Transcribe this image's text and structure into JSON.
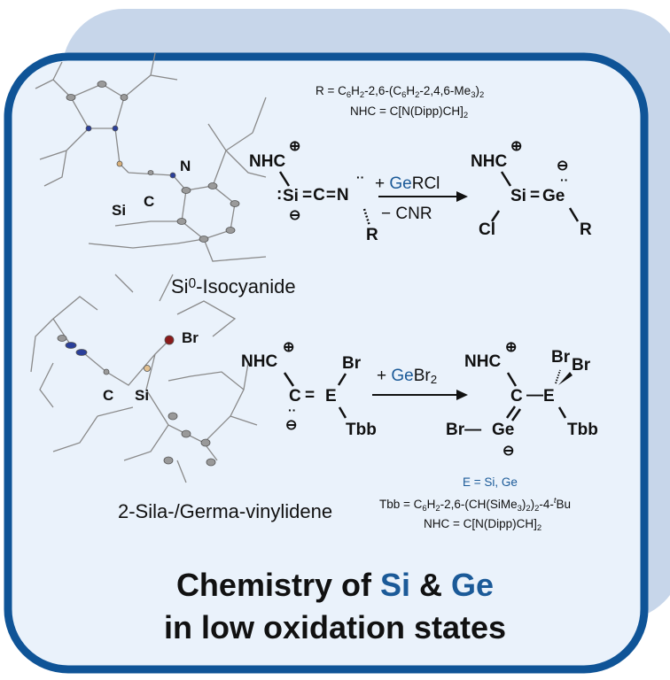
{
  "colors": {
    "frame": "#0f5497",
    "panel": "#eaf2fb",
    "back_card": "#c7d6ea",
    "si_ge": "#1b5a98",
    "carbon_red": "#b0142a"
  },
  "legend_top": {
    "r_def_a": "R = C",
    "r_def_b": "6",
    "r_def_c": "H",
    "r_def_d": "2",
    "r_def_e": "-2,6-(C",
    "r_def_f": "6",
    "r_def_g": "H",
    "r_def_h": "2",
    "r_def_i": "-2,4,6-Me",
    "r_def_j": "3",
    "r_def_k": ")",
    "r_def_l": "2",
    "nhc_a": "NHC = C[N(Dipp)CH]",
    "nhc_b": "2"
  },
  "scheme1": {
    "reactant": {
      "nhc": "NHC",
      "plus": "⊕",
      "lone_pair": ":",
      "si": "Si",
      "rest": "=C=N",
      "dots": "··",
      "minus": "⊖",
      "r": "R"
    },
    "reagent_above_plus": "+ ",
    "reagent_above_ge": "Ge",
    "reagent_above_rest": "RCl",
    "reagent_below": "− CNR",
    "product": {
      "nhc": "NHC",
      "plus": "⊕",
      "si": "Si",
      "eq": "=",
      "ge": "Ge",
      "minus": "⊖",
      "dots": "··",
      "cl": "Cl",
      "r": "R"
    },
    "label_a": "Si",
    "label_sup": "0",
    "label_b": "-Isocyanide",
    "structure_labels": {
      "si": "Si",
      "c": "C",
      "n": "N"
    }
  },
  "scheme2": {
    "reactant": {
      "nhc": "NHC",
      "plus": "⊕",
      "c": "C",
      "eq": "=",
      "e": "E",
      "br": "Br",
      "tbb": "Tbb",
      "dots": "··",
      "minus": "⊖"
    },
    "reagent_plus": "+ ",
    "reagent_ge": "Ge",
    "reagent_br": "Br",
    "reagent_sub": "2",
    "product": {
      "nhc": "NHC",
      "plus": "⊕",
      "c": "C",
      "bond": "—",
      "e": "E",
      "br1": "Br",
      "br2": "Br",
      "tbb": "Tbb",
      "br3": "Br—",
      "ge": "Ge",
      "minus": "⊖"
    },
    "label": "2-Sila-/Germa-vinylidene",
    "structure_labels": {
      "c": "C",
      "si": "Si",
      "br": "Br"
    },
    "legend": {
      "e_a": "E = ",
      "e_si": "Si",
      "e_comma": ", ",
      "e_ge": "Ge",
      "tbb_a": "Tbb = C",
      "tbb_b": "6",
      "tbb_c": "H",
      "tbb_d": "2",
      "tbb_e": "-2,6-(CH(SiMe",
      "tbb_f": "3",
      "tbb_g": ")",
      "tbb_h": "2",
      "tbb_i": ")",
      "tbb_j": "2",
      "tbb_k": "-4-",
      "tbb_l": "t",
      "tbb_m": "Bu",
      "nhc_a": "NHC = C[N(Dipp)CH]",
      "nhc_b": "2"
    }
  },
  "title": {
    "line1_a": "Chemistry of ",
    "line1_si": "Si",
    "line1_amp": " & ",
    "line1_ge": "Ge",
    "line2": "in low oxidation states"
  }
}
